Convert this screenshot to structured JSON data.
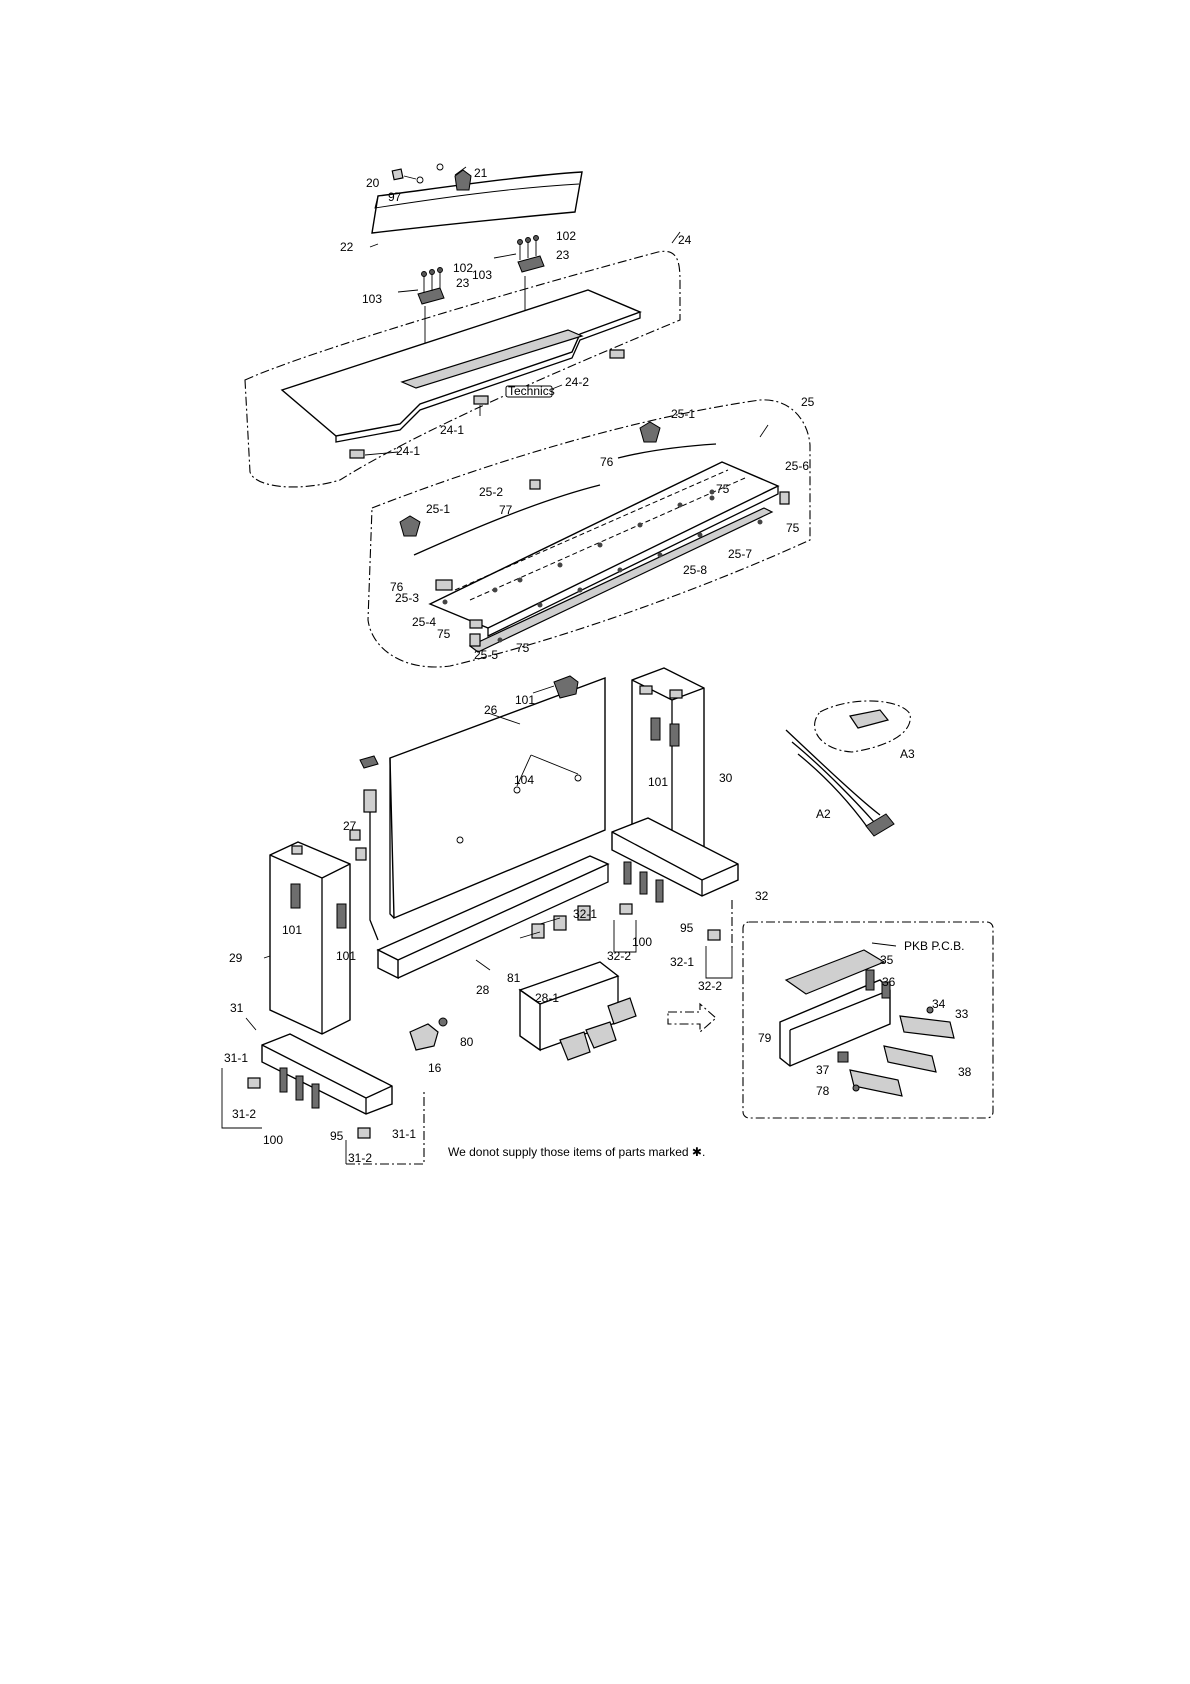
{
  "labels": [
    {
      "id": "l20",
      "text": "20"
    },
    {
      "id": "l21",
      "text": "21"
    },
    {
      "id": "l97",
      "text": "97"
    },
    {
      "id": "l22",
      "text": "22"
    },
    {
      "id": "l102a",
      "text": "102"
    },
    {
      "id": "l23a",
      "text": "23"
    },
    {
      "id": "l103a",
      "text": "103"
    },
    {
      "id": "l102b",
      "text": "102"
    },
    {
      "id": "l23b",
      "text": "23"
    },
    {
      "id": "l103b",
      "text": "103"
    },
    {
      "id": "l24",
      "text": "24"
    },
    {
      "id": "l24-2",
      "text": "24-2"
    },
    {
      "id": "l24-1a",
      "text": "24-1"
    },
    {
      "id": "l24-1b",
      "text": "24-1"
    },
    {
      "id": "l25",
      "text": "25"
    },
    {
      "id": "l25-1a",
      "text": "25-1"
    },
    {
      "id": "l76a",
      "text": "76"
    },
    {
      "id": "l25-6",
      "text": "25-6"
    },
    {
      "id": "l25-2",
      "text": "25-2"
    },
    {
      "id": "l77",
      "text": "77"
    },
    {
      "id": "l75a",
      "text": "75"
    },
    {
      "id": "l75b",
      "text": "75"
    },
    {
      "id": "l25-1b",
      "text": "25-1"
    },
    {
      "id": "l25-7",
      "text": "25-7"
    },
    {
      "id": "l25-8",
      "text": "25-8"
    },
    {
      "id": "l76b",
      "text": "76"
    },
    {
      "id": "l25-3",
      "text": "25-3"
    },
    {
      "id": "l25-4",
      "text": "25-4"
    },
    {
      "id": "l75c",
      "text": "75"
    },
    {
      "id": "l25-5",
      "text": "25-5"
    },
    {
      "id": "l75d",
      "text": "75"
    },
    {
      "id": "l101a",
      "text": "101"
    },
    {
      "id": "l26",
      "text": "26"
    },
    {
      "id": "l101b",
      "text": "101"
    },
    {
      "id": "l30",
      "text": "30"
    },
    {
      "id": "l104",
      "text": "104"
    },
    {
      "id": "lA3",
      "text": "A3"
    },
    {
      "id": "lA2",
      "text": "A2"
    },
    {
      "id": "l27",
      "text": "27"
    },
    {
      "id": "l32",
      "text": "32"
    },
    {
      "id": "l32-1a",
      "text": "32-1"
    },
    {
      "id": "l100a",
      "text": "100"
    },
    {
      "id": "l95a",
      "text": "95"
    },
    {
      "id": "l32-2a",
      "text": "32-2"
    },
    {
      "id": "l101c",
      "text": "101"
    },
    {
      "id": "l101d",
      "text": "101"
    },
    {
      "id": "l29",
      "text": "29"
    },
    {
      "id": "l81",
      "text": "81"
    },
    {
      "id": "l28",
      "text": "28"
    },
    {
      "id": "l28-1",
      "text": "28-1"
    },
    {
      "id": "l32-1b",
      "text": "32-1"
    },
    {
      "id": "l32-2b",
      "text": "32-2"
    },
    {
      "id": "lpkb",
      "text": "PKB P.C.B."
    },
    {
      "id": "l35",
      "text": "35"
    },
    {
      "id": "l36",
      "text": "36"
    },
    {
      "id": "l34",
      "text": "34"
    },
    {
      "id": "l33",
      "text": "33"
    },
    {
      "id": "l79",
      "text": "79"
    },
    {
      "id": "l37",
      "text": "37"
    },
    {
      "id": "l38",
      "text": "38"
    },
    {
      "id": "l78",
      "text": "78"
    },
    {
      "id": "l31",
      "text": "31"
    },
    {
      "id": "l80",
      "text": "80"
    },
    {
      "id": "l16",
      "text": "16"
    },
    {
      "id": "l31-1a",
      "text": "31-1"
    },
    {
      "id": "l31-2a",
      "text": "31-2"
    },
    {
      "id": "l100b",
      "text": "100"
    },
    {
      "id": "l95b",
      "text": "95"
    },
    {
      "id": "l31-1b",
      "text": "31-1"
    },
    {
      "id": "l31-2b",
      "text": "31-2"
    }
  ],
  "brand_plate": "Technics",
  "note": "We donot supply those items of parts marked ✱."
}
